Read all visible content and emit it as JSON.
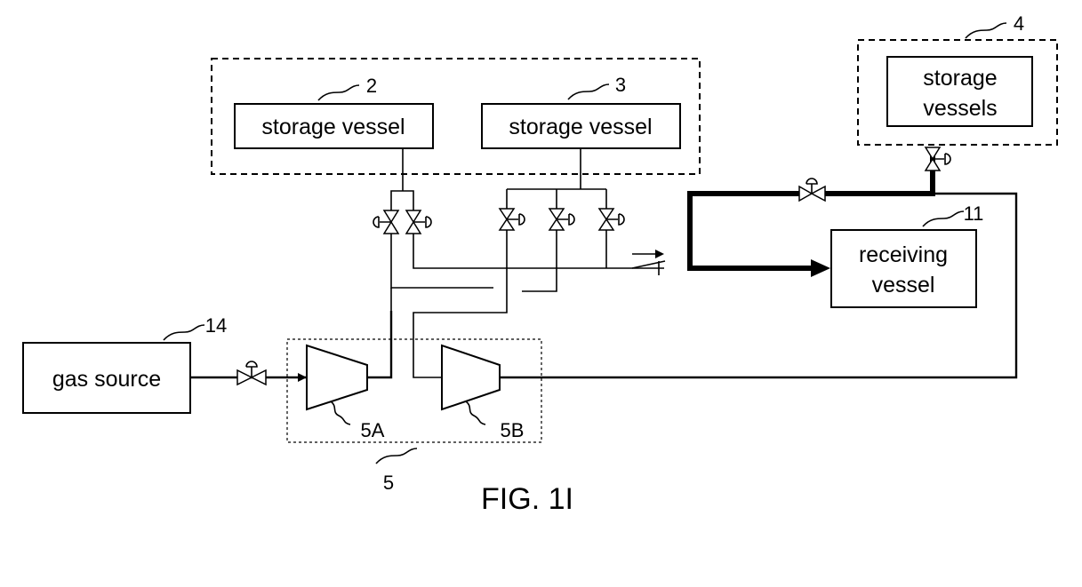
{
  "boxes": {
    "vessel_2": "storage vessel",
    "vessel_3": "storage vessel",
    "vessels_4_line1": "storage",
    "vessels_4_line2": "vessels",
    "receiving_line1": "receiving",
    "receiving_line2": "vessel",
    "gas_source": "gas source"
  },
  "refs": {
    "r2": "2",
    "r3": "3",
    "r4": "4",
    "r5": "5",
    "r5a": "5A",
    "r5b": "5B",
    "r11": "11",
    "r14": "14"
  },
  "caption": "FIG. 1I"
}
